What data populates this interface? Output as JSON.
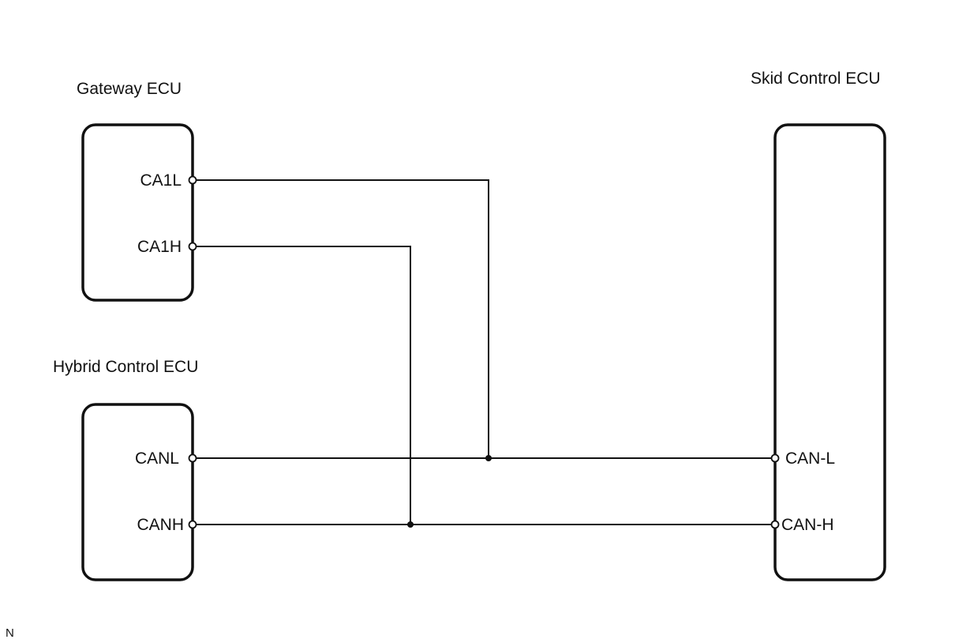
{
  "ecus": {
    "gateway": {
      "title": "Gateway ECU",
      "pins": {
        "low": "CA1L",
        "high": "CA1H"
      }
    },
    "hybrid": {
      "title": "Hybrid Control ECU",
      "pins": {
        "low": "CANL",
        "high": "CANH"
      }
    },
    "skid": {
      "title": "Skid Control ECU",
      "pins": {
        "low": "CAN-L",
        "high": "CAN-H"
      }
    }
  },
  "corner_mark": "N"
}
